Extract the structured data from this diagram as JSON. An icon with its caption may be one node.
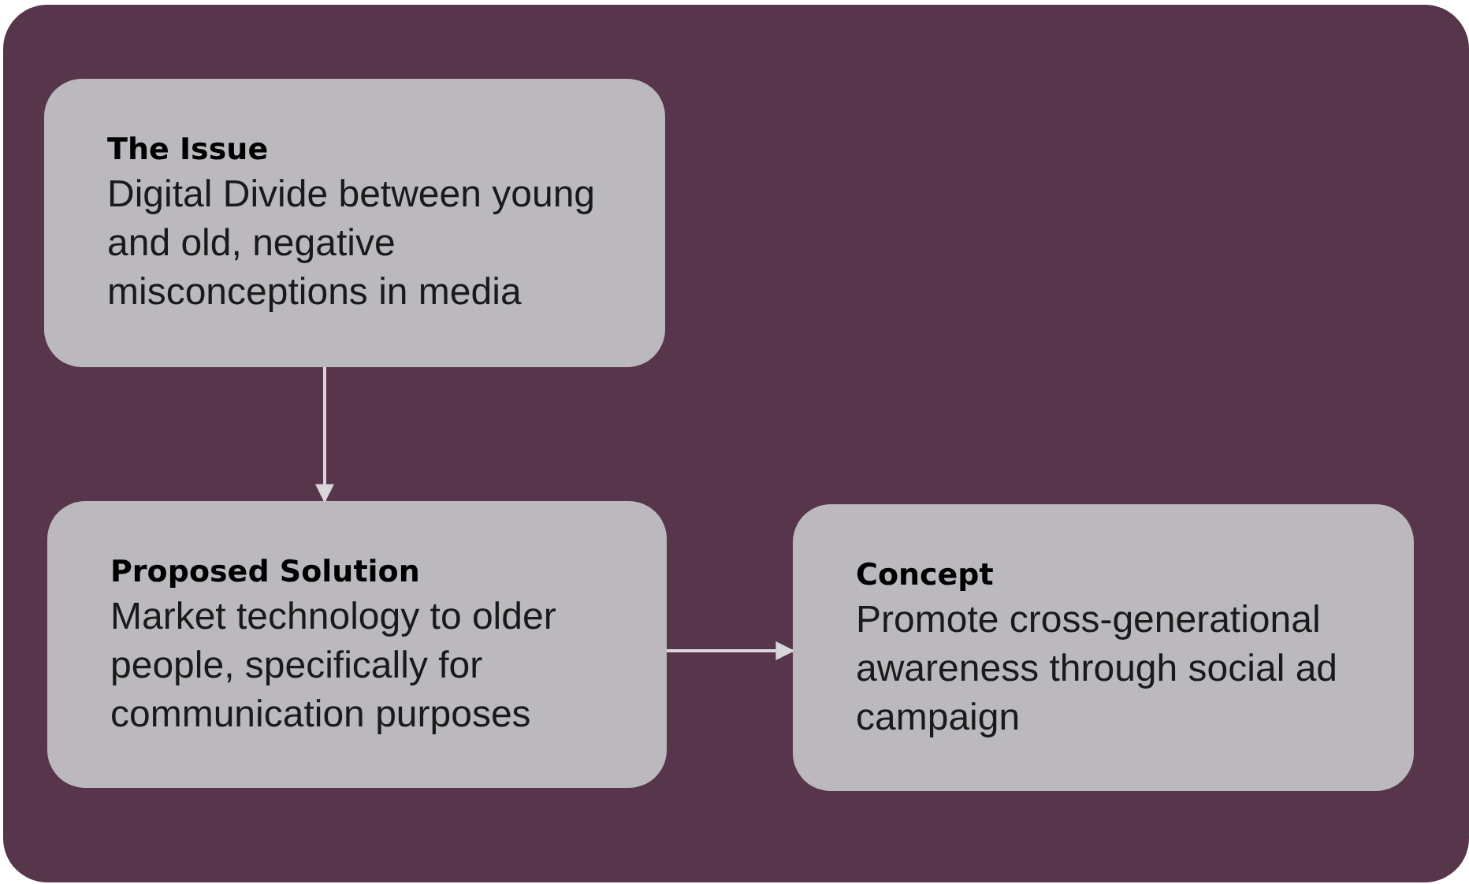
{
  "diagram": {
    "nodes": [
      {
        "text": [
          "The Issue",
          "Digital Divide between young and old, negative misconceptions in media"
        ]
      },
      {
        "text": [
          "Proposed Solution",
          "Market technology to older people, specifically for communication purposes"
        ]
      },
      {
        "text": [
          "Concept",
          "Promote cross-generational awareness through social ad campaign"
        ]
      }
    ],
    "edges": [
      {
        "from": 0,
        "to": 1,
        "arrow": "to"
      },
      {
        "from": 1,
        "to": 2,
        "arrow": "to"
      }
    ]
  }
}
